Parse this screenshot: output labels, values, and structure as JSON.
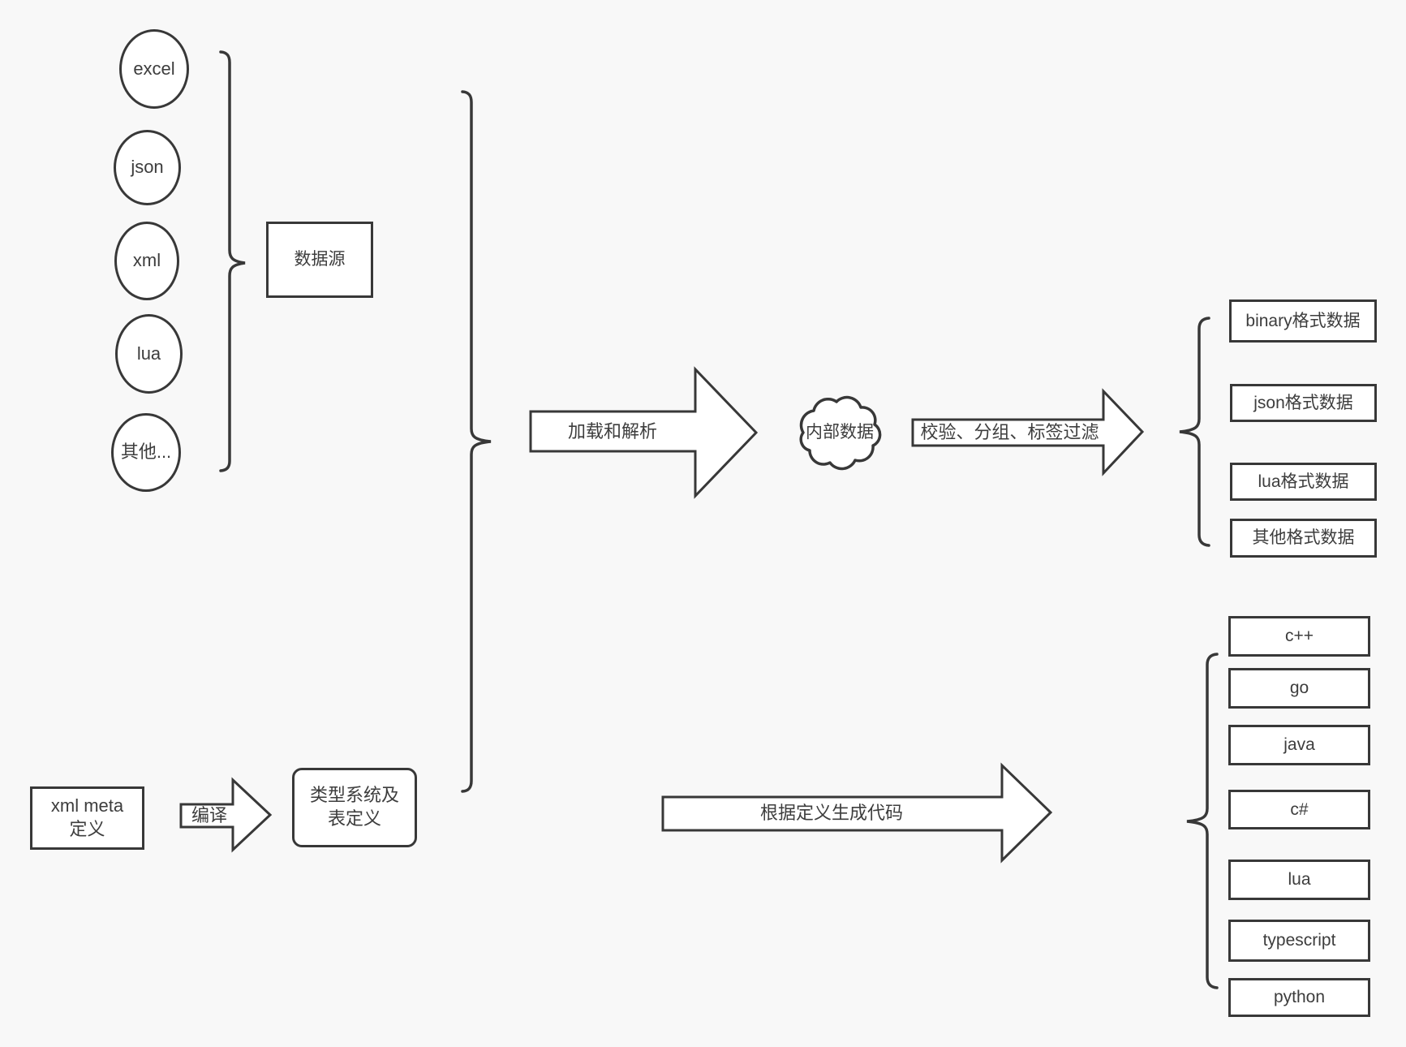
{
  "diagram": {
    "sources": {
      "items": [
        "excel",
        "json",
        "xml",
        "lua",
        "其他..."
      ],
      "group_label": "数据源"
    },
    "meta": {
      "xml_meta_box": "xml meta定义",
      "compile_arrow_label": "编译",
      "type_system_box": "类型系统及表定义"
    },
    "process": {
      "load_parse_arrow_label": "加载和解析",
      "internal_data_cloud": "内部数据",
      "filter_arrow_label": "校验、分组、标签过滤",
      "generate_code_arrow_label": "根据定义生成代码"
    },
    "data_formats": [
      "binary格式数据",
      "json格式数据",
      "lua格式数据",
      "其他格式数据"
    ],
    "languages": [
      "c++",
      "go",
      "java",
      "c#",
      "lua",
      "typescript",
      "python"
    ],
    "colors": {
      "background": "#f8f8f8",
      "stroke": "#383838",
      "node_fill": "#ffffff",
      "text": "#3d3d3d"
    }
  }
}
